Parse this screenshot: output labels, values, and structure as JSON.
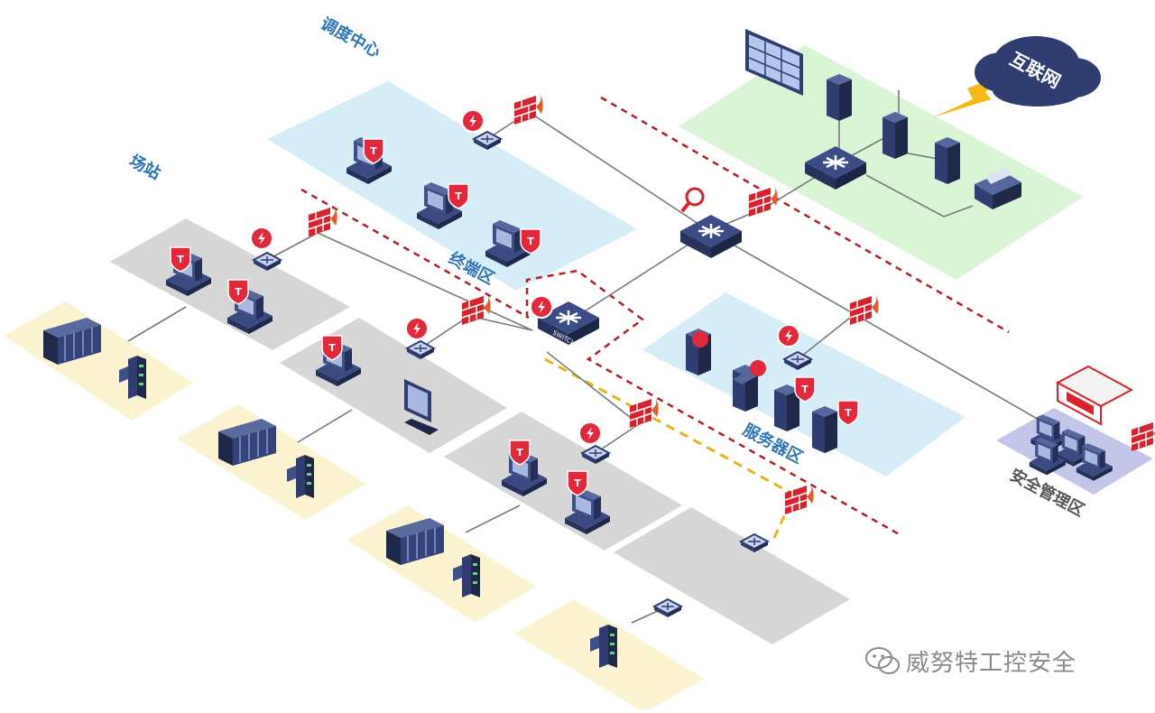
{
  "labels": {
    "dispatch_center": "调度中心",
    "station": "场站",
    "terminal_zone": "终端区",
    "server_zone": "服务器区",
    "security_mgmt_zone": "安全管理区",
    "internet": "互联网"
  },
  "device_text": {
    "switch_caption": "SWITCH",
    "terminal_badge": "T"
  },
  "watermark": {
    "text": "威努特工控安全"
  },
  "colors": {
    "zone_blue": "#d6edf8",
    "zone_green": "#d9f5d5",
    "zone_gray": "#d6d6d6",
    "zone_yellow": "#fbf3cf",
    "zone_purple": "#c3c6e8",
    "device_navy": "#2f3d70",
    "badge_red": "#e2283a",
    "firewall_red": "#d9222e",
    "dashed_red": "#b3202a",
    "dashed_yellow": "#e7b31c",
    "label_blue": "#2f74b5"
  }
}
